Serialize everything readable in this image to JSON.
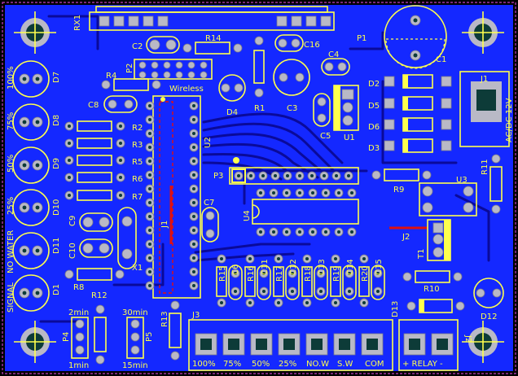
{
  "board": {
    "colors": {
      "copper": "#1428ff",
      "silk": "#ffff4d",
      "pad": "#b9b9c6",
      "background": "#000000",
      "red_track": "#e01010"
    },
    "designators": {
      "RX1": "RX1",
      "P1": "P1",
      "P2": "P2",
      "P3": "P3",
      "P4": "P4",
      "P5": "P5",
      "R1": "R1",
      "R2": "R2",
      "R3": "R3",
      "R4": "R4",
      "R5": "R5",
      "R6": "R6",
      "R7": "R7",
      "R8": "R8",
      "R9": "R9",
      "R10": "R10",
      "R11": "R11",
      "R12": "R12",
      "R13": "R13",
      "R14": "R14",
      "R15": "R15",
      "R16": "R16",
      "R17": "R17",
      "R18": "R18",
      "R19": "R19",
      "R20": "R20",
      "C1": "C1",
      "C2": "C2",
      "C3": "C3",
      "C4": "C4",
      "C5": "C5",
      "C6": "C6",
      "C7": "C7",
      "C8": "C8",
      "C9": "C9",
      "C10": "C10",
      "C11": "C11",
      "C12": "C12",
      "C13": "C13",
      "C14": "C14",
      "C15": "C15",
      "C16": "C16",
      "D1": "D1",
      "D2": "D2",
      "D3": "D3",
      "D4": "D4",
      "D5": "D5",
      "D6": "D6",
      "D7": "D7",
      "D8": "D8",
      "D9": "D9",
      "D10": "D10",
      "D11": "D11",
      "D12": "D12",
      "D13": "D13",
      "U1": "U1",
      "U2": "U2",
      "U3": "U3",
      "U4": "U4",
      "J1": "J1",
      "J2": "J2",
      "J3": "J3",
      "T1": "T1",
      "X1": "X1",
      "J1_side": "J1"
    },
    "labels": {
      "wireless": "Wireless",
      "ac_dc": "AC/DC 12V",
      "led_100": "100%",
      "led_75": "75%",
      "led_50": "50%",
      "led_25": "25%",
      "no_water": "NO WATER",
      "signal": "SIGNAL",
      "min2": "2min",
      "min1": "1min",
      "min30": "30min",
      "min15": "15min",
      "j3_100": "100%",
      "j3_75": "75%",
      "j3_50": "50%",
      "j3_25": "25%",
      "j3_nw": "NO.W",
      "j3_sw": "S.W",
      "j3_com": "COM",
      "relay": "+ RELAY -"
    }
  }
}
